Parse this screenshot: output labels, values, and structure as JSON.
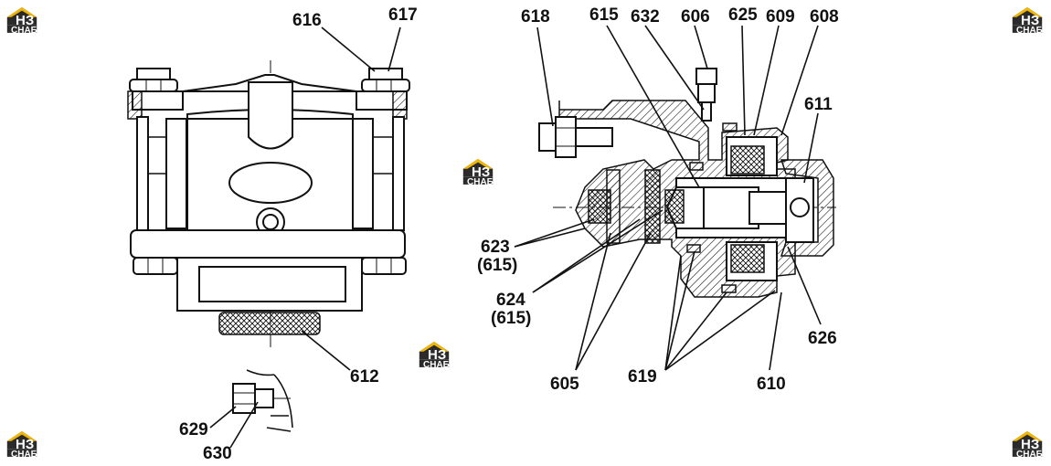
{
  "logo": {
    "top": "НЗ",
    "bottom": "СНАБ",
    "accent": "#f2b705",
    "dark": "#2b2b2b"
  },
  "labels": {
    "l616": "616",
    "l617": "617",
    "l618": "618",
    "l615": "615",
    "l632": "632",
    "l606": "606",
    "l625": "625",
    "l609": "609",
    "l608": "608",
    "l611": "611",
    "l623": "623",
    "l623b": "(615)",
    "l624": "624",
    "l624b": "(615)",
    "l612": "612",
    "l605": "605",
    "l619": "619",
    "l610": "610",
    "l626": "626",
    "l629": "629",
    "l630": "630"
  }
}
